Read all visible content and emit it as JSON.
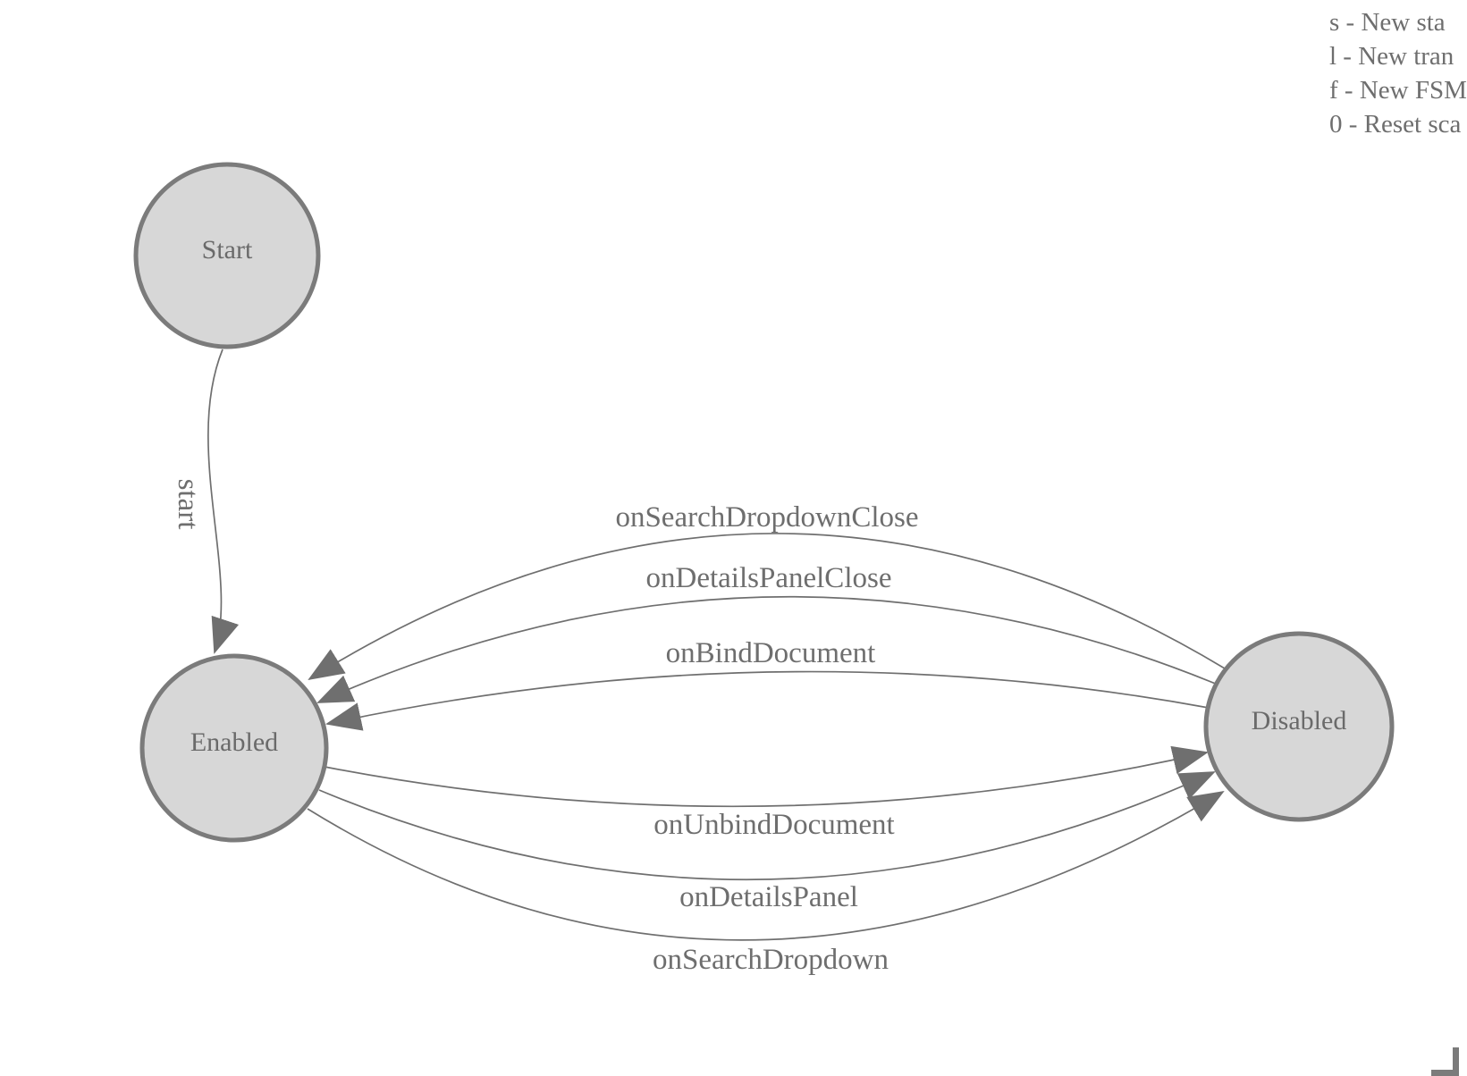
{
  "app": {
    "type": "fsm-diagram",
    "background": "#ffffff"
  },
  "colors": {
    "state_fill": "#d7d7d7",
    "state_stroke": "#7b7b7b",
    "edge": "#6f6f6f",
    "text": "#6a6a6a",
    "legend_text": "#6e6e6e"
  },
  "legend": {
    "lines": [
      "s - New sta",
      "l - New tran",
      "f - New FSM",
      "0 - Reset sca"
    ]
  },
  "states": {
    "start": {
      "label": "Start"
    },
    "enabled": {
      "label": "Enabled"
    },
    "disabled": {
      "label": "Disabled"
    }
  },
  "transitions": {
    "start": {
      "label": "start",
      "from": "Start",
      "to": "Enabled"
    },
    "onSearchDropdownClose": {
      "label": "onSearchDropdownClose",
      "from": "Disabled",
      "to": "Enabled"
    },
    "onDetailsPanelClose": {
      "label": "onDetailsPanelClose",
      "from": "Disabled",
      "to": "Enabled"
    },
    "onBindDocument": {
      "label": "onBindDocument",
      "from": "Disabled",
      "to": "Enabled"
    },
    "onUnbindDocument": {
      "label": "onUnbindDocument",
      "from": "Enabled",
      "to": "Disabled"
    },
    "onDetailsPanel": {
      "label": "onDetailsPanel",
      "from": "Enabled",
      "to": "Disabled"
    },
    "onSearchDropdown": {
      "label": "onSearchDropdown",
      "from": "Enabled",
      "to": "Disabled"
    }
  }
}
